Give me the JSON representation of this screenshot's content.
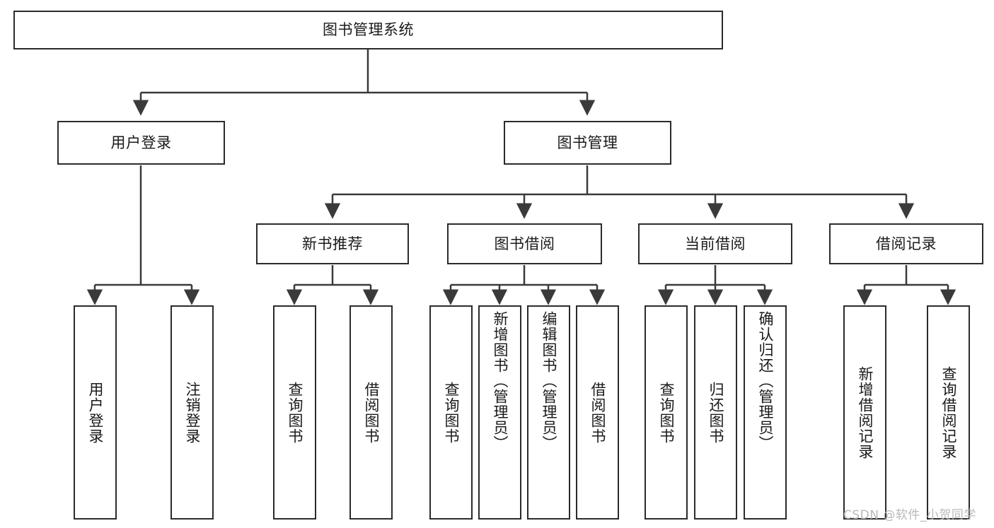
{
  "diagram": {
    "type": "tree",
    "title_text": "图书管理系统",
    "watermark": "CSDN @软件_小贺同学",
    "colors": {
      "box_border": "#2b2b2b",
      "box_fill": "#ffffff",
      "connector": "#3a3a3a",
      "text": "#1a1a1a",
      "watermark": "#b9b9b9"
    },
    "root": {
      "label": "图书管理系统"
    },
    "level2": [
      {
        "label": "用户登录"
      },
      {
        "label": "图书管理"
      }
    ],
    "level3": [
      {
        "label": "新书推荐"
      },
      {
        "label": "图书借阅"
      },
      {
        "label": "当前借阅"
      },
      {
        "label": "借阅记录"
      }
    ],
    "leaves": {
      "user_login": [
        {
          "label": "用户登录"
        },
        {
          "label": "注销登录"
        }
      ],
      "new_book_recommend": [
        {
          "label": "查询图书"
        },
        {
          "label": "借阅图书"
        }
      ],
      "book_borrow": [
        {
          "label": "查询图书"
        },
        {
          "label": "新增图书（管理员）"
        },
        {
          "label": "编辑图书（管理员）"
        },
        {
          "label": "借阅图书"
        }
      ],
      "current_borrow": [
        {
          "label": "查询图书"
        },
        {
          "label": "归还图书"
        },
        {
          "label": "确认归还（管理员）"
        }
      ],
      "borrow_record": [
        {
          "label": "新增借阅记录"
        },
        {
          "label": "查询借阅记录"
        }
      ]
    }
  }
}
